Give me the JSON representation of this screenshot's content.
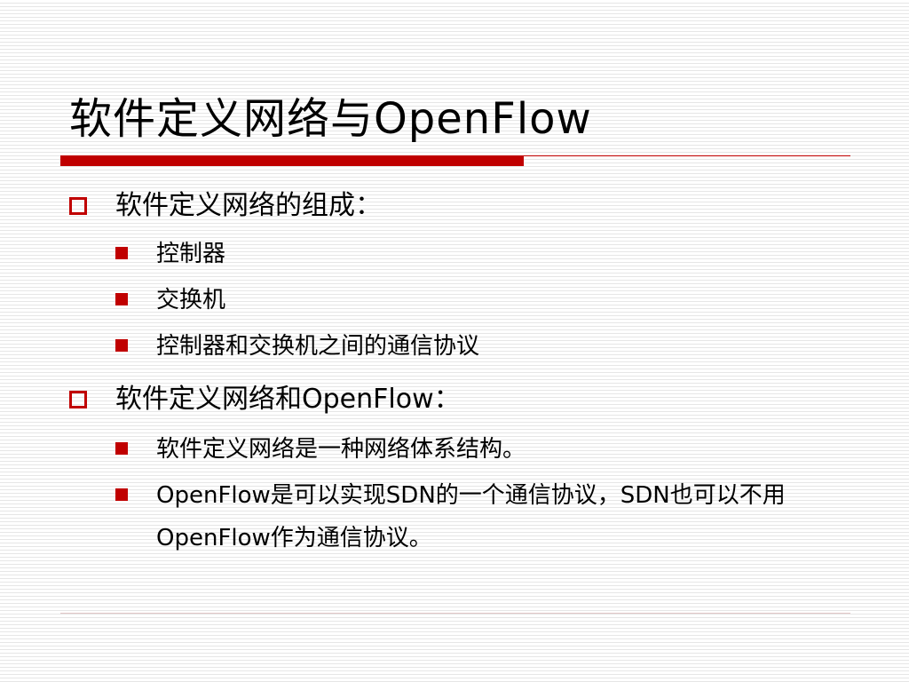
{
  "slide": {
    "title": "软件定义网络与OpenFlow",
    "sections": [
      {
        "heading": "软件定义网络的组成：",
        "items": [
          "控制器",
          "交换机",
          "控制器和交换机之间的通信协议"
        ]
      },
      {
        "heading": "软件定义网络和OpenFlow：",
        "items": [
          "软件定义网络是一种网络体系结构。",
          "OpenFlow是可以实现SDN的一个通信协议，SDN也可以不用OpenFlow作为通信协议。"
        ]
      }
    ]
  },
  "colors": {
    "accent": "#c00000",
    "text": "#000000",
    "background_stripe": "#e6e6e6"
  },
  "icons": {
    "level1_bullet": "hollow-square-icon",
    "level2_bullet": "solid-square-icon"
  }
}
